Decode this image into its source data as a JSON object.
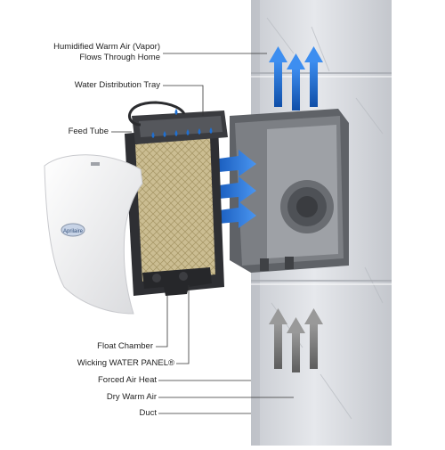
{
  "labels": {
    "humidified_line1": "Humidified Warm Air (Vapor)",
    "humidified_line2": "Flows Through Home",
    "water_distribution_tray": "Water Distribution Tray",
    "feed_tube": "Feed Tube",
    "float_chamber": "Float Chamber",
    "wicking_water_panel": "Wicking WATER PANEL®",
    "forced_air_heat": "Forced Air Heat",
    "dry_warm_air": "Dry Warm Air",
    "duct": "Duct"
  },
  "cover_logo": "Aprilaire",
  "colors": {
    "vapor_arrow": "#1f6fd1",
    "dry_air_arrow": "#7a7a7a",
    "duct": "#d9dbe0",
    "housing": "#6c6f74",
    "panel": "#c9b98d",
    "leader_line": "#333333"
  }
}
